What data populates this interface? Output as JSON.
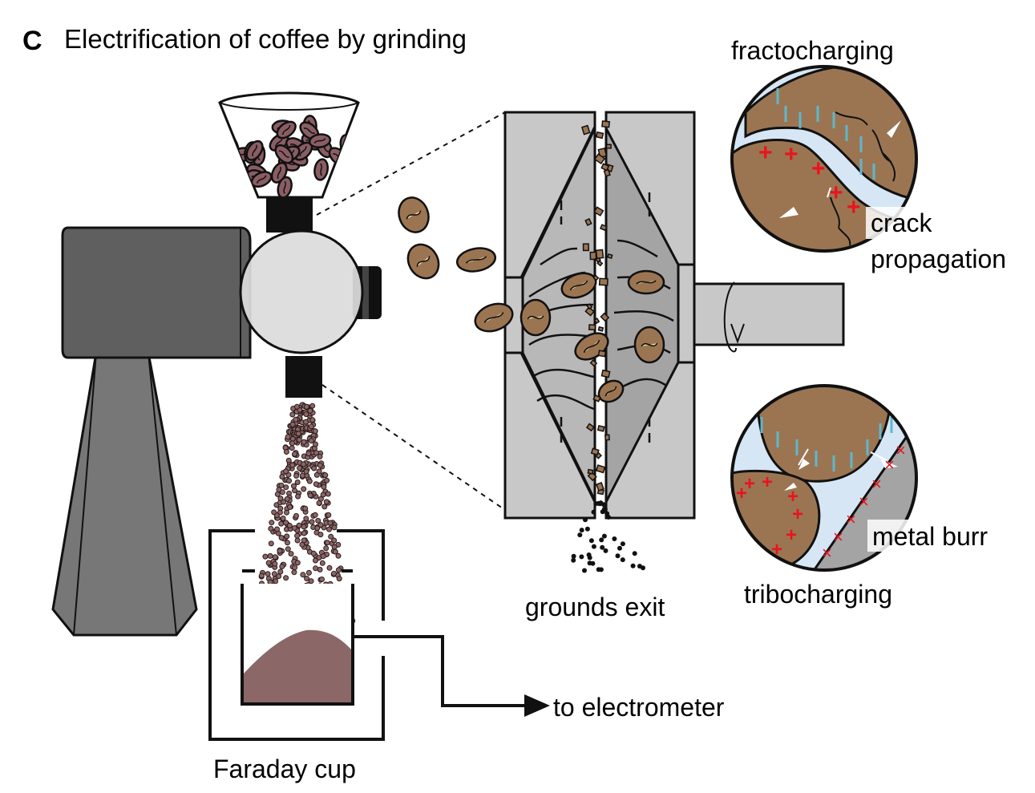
{
  "panel_letter": "C",
  "title": "Electrification of coffee by grinding",
  "labels": {
    "fractocharging": "fractocharging",
    "crack": "crack",
    "propagation": "propagation",
    "metal_burr": "metal burr",
    "tribocharging": "tribocharging",
    "grounds_exit": "grounds exit",
    "to_electrometer": "to electrometer",
    "faraday_cup": "Faraday cup"
  },
  "symbols": {
    "positive_charge": "+",
    "negative_charge": "|",
    "small_positive": "×"
  },
  "colors": {
    "bean": "#9b7552",
    "bean_roast": "#8a5d64",
    "grounds": "#8b6768",
    "grinder_body": "#5f5f5f",
    "grinder_leg": "#777777",
    "burr": "#c8c8c8",
    "burr_dark": "#a4a4a4",
    "air_gap": "#d6e6f5",
    "positive": "#e8141e",
    "negative": "#5fb7cc"
  }
}
